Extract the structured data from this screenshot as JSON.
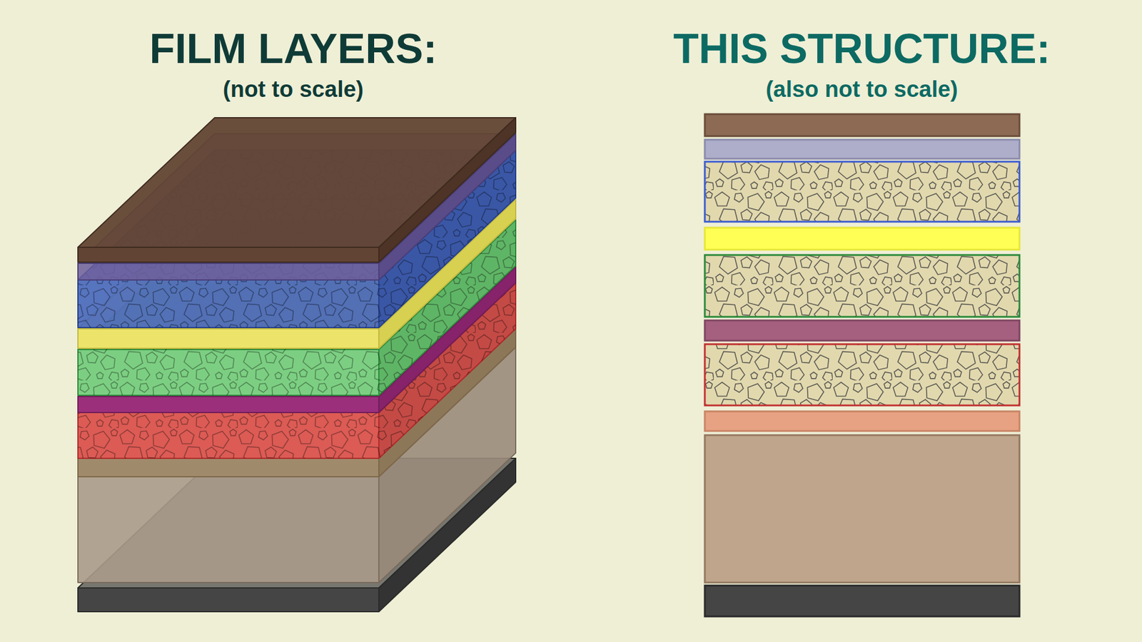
{
  "diagram": {
    "labels": [
      "FILM LAYERS:",
      "(not to scale)",
      "THIS STRUCTURE:",
      "(also not to scale)"
    ]
  }
}
